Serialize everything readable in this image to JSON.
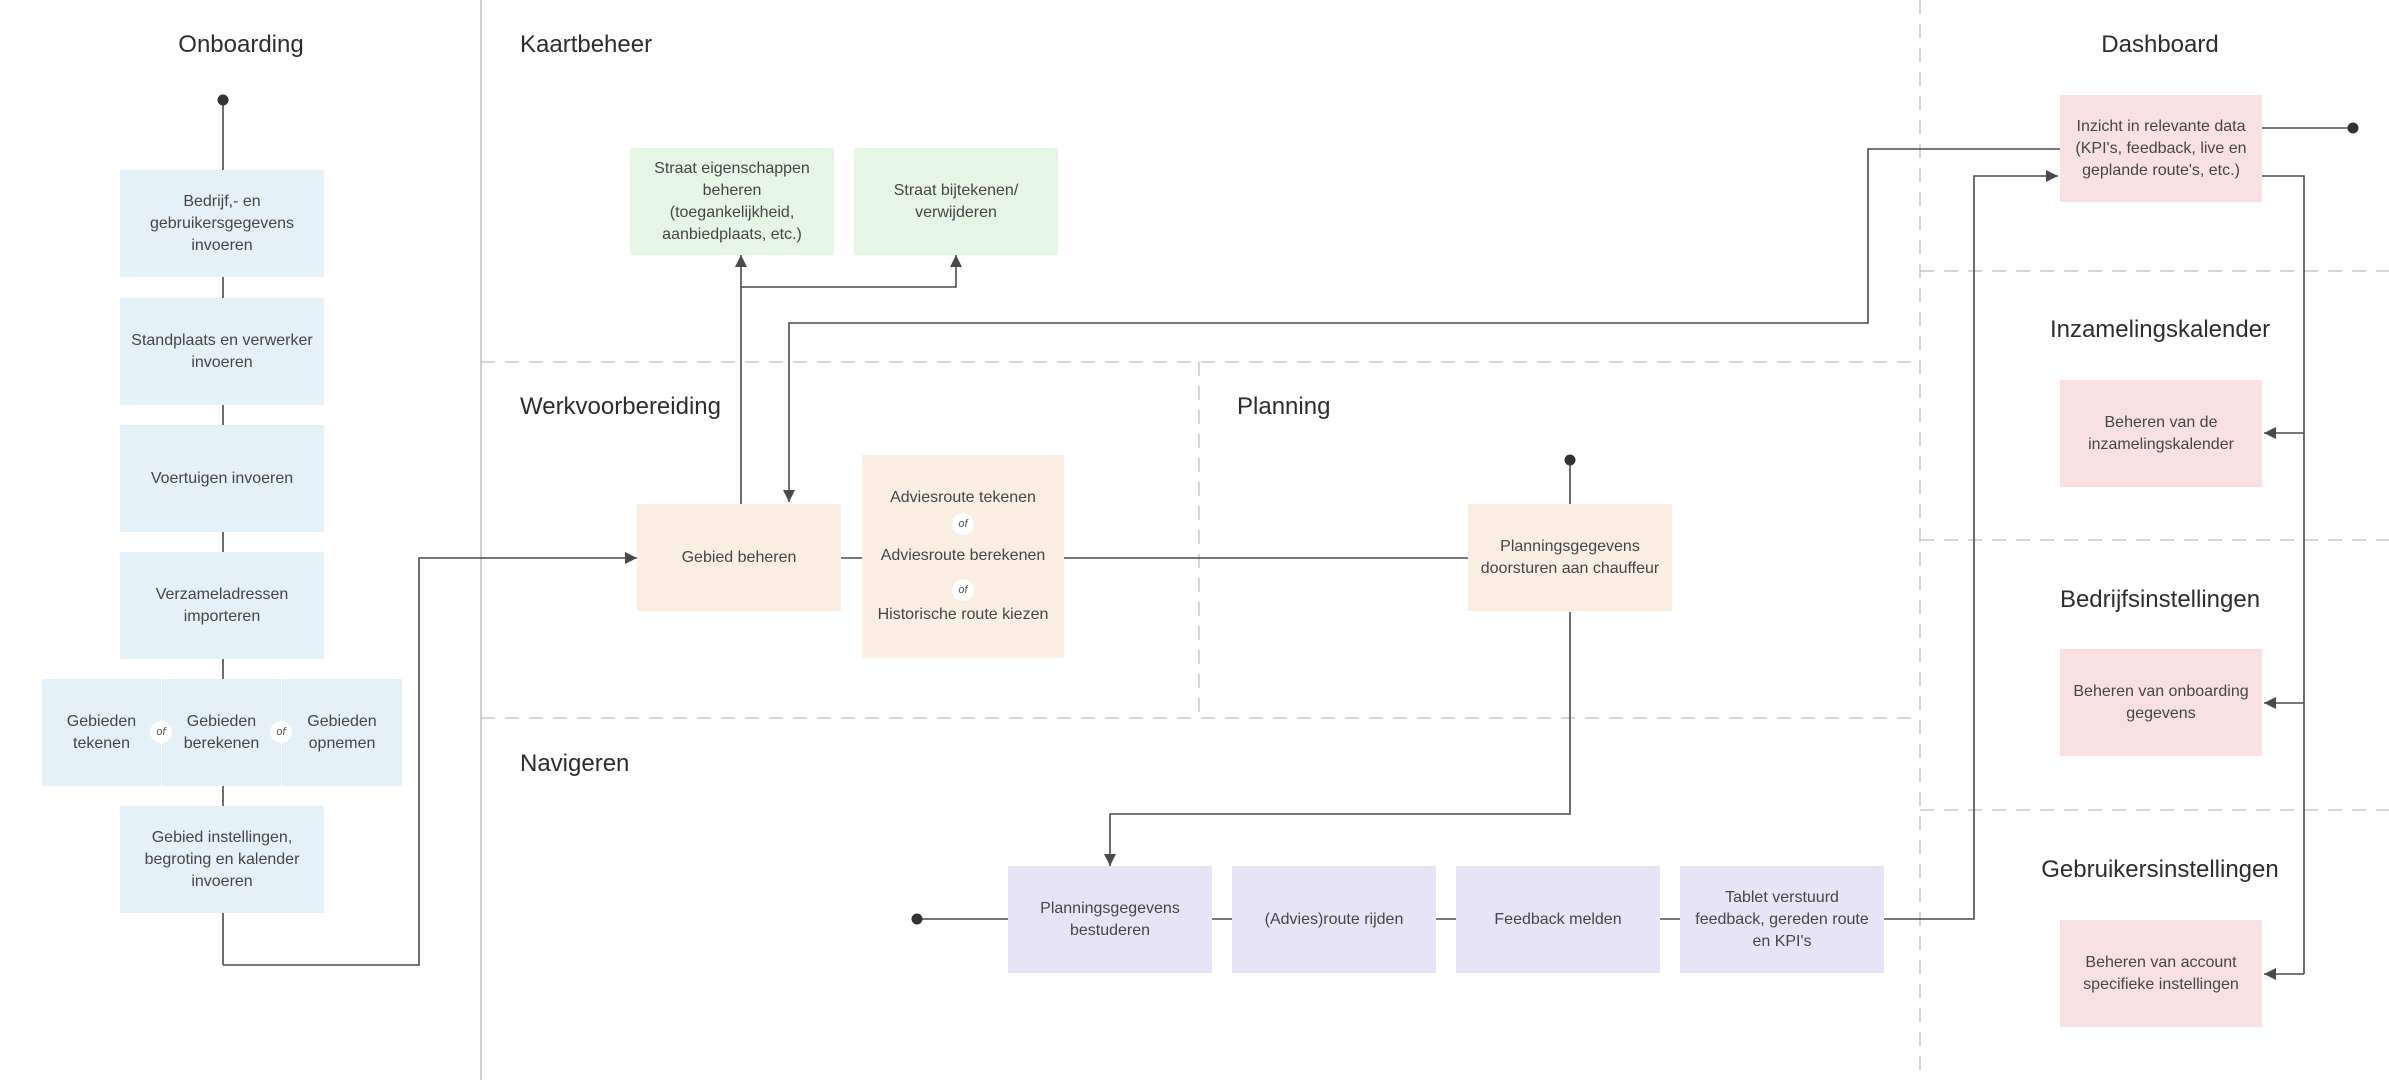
{
  "sections": {
    "onboarding": "Onboarding",
    "kaartbeheer": "Kaartbeheer",
    "dashboard": "Dashboard",
    "werkvoorbereiding": "Werkvoorbereiding",
    "planning": "Planning",
    "navigeren": "Navigeren",
    "inzamelingskalender": "Inzamelingskalender",
    "bedrijfsinstellingen": "Bedrijfsinstellingen",
    "gebruikersinstellingen": "Gebruikersinstellingen"
  },
  "onboarding": {
    "bedrijf": "Bedrijf,- en gebruikersgegevens invoeren",
    "standplaats": "Standplaats en verwerker invoeren",
    "voertuigen": "Voertuigen invoeren",
    "verzameladressen": "Verzameladressen importeren",
    "gebieden_tekenen": "Gebieden tekenen",
    "gebieden_berekenen": "Gebieden berekenen",
    "gebieden_opnemen": "Gebieden opnemen",
    "gebied_instellingen": "Gebied instellingen, begroting en kalender invoeren"
  },
  "kaartbeheer": {
    "straat_eigenschappen": "Straat eigenschappen beheren (toegankelijkheid, aanbiedplaats, etc.)",
    "straat_bijtekenen": "Straat bijtekenen/ verwijderen"
  },
  "werkvoorbereiding": {
    "gebied_beheren": "Gebied beheren",
    "adviesroute_tekenen": "Adviesroute tekenen",
    "adviesroute_berekenen": "Adviesroute berekenen",
    "historische_route": "Historische route kiezen"
  },
  "planning": {
    "doorsturen": "Planningsgegevens doorsturen aan chauffeur"
  },
  "navigeren": {
    "bestuderen": "Planningsgegevens bestuderen",
    "rijden": "(Advies)route rijden",
    "feedback": "Feedback melden",
    "tablet": "Tablet verstuurd feedback, gereden route en KPI's"
  },
  "dashboard": {
    "inzicht": "Inzicht in relevante data (KPI's, feedback, live en geplande route's, etc.)"
  },
  "inzamelingskalender": {
    "beheren": "Beheren van de inzamelingskalender"
  },
  "bedrijfsinstellingen": {
    "beheren": "Beheren van onboarding gegevens"
  },
  "gebruikersinstellingen": {
    "beheren": "Beheren van account specifieke instellingen"
  },
  "or_label": "of",
  "colors": {
    "onboarding": "#e4f1f9",
    "kaartbeheer": "#e6f6e4",
    "werkvoorbereiding": "#faeee3",
    "navigeren": "#e8e4f7",
    "dashboard": "#f9e1e3",
    "line": "#4a4a4a",
    "divider": "#c8c8c8"
  }
}
